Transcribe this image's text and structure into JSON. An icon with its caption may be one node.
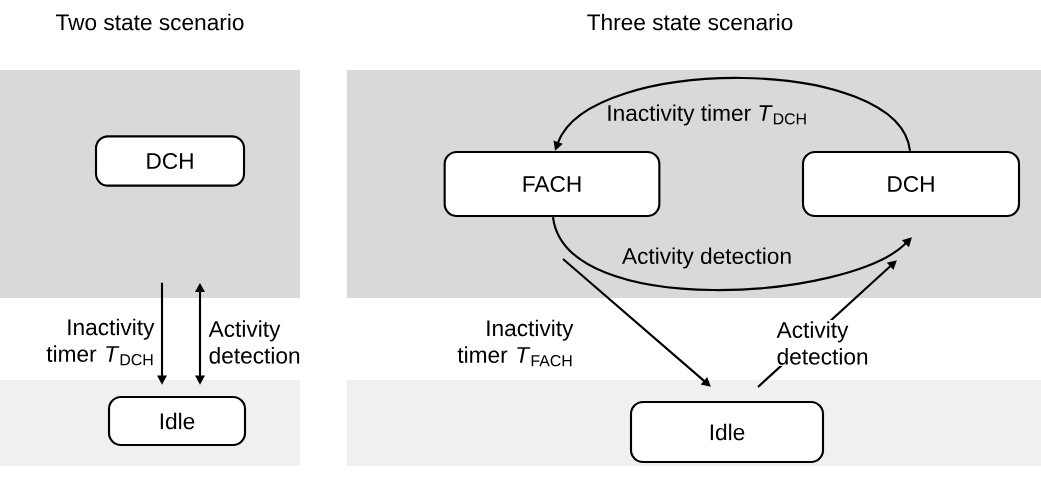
{
  "diagram": {
    "nodes": [
      {
        "text": [
          "DCH"
        ]
      },
      {
        "text": [
          "Idle"
        ]
      },
      {
        "text": [
          "FACH"
        ]
      },
      {
        "text": [
          "DCH"
        ]
      },
      {
        "text": [
          "Idle"
        ]
      }
    ],
    "edges": [
      {
        "from": 0,
        "to": 1,
        "arrow": "to",
        "label": "Inactivity timer *T*$_{DCH}$"
      },
      {
        "from": 0,
        "to": 1,
        "arrow": "both",
        "label": "Activity detection"
      },
      {
        "from": 3,
        "to": 2,
        "arrow": "to",
        "label": "Inactivity timer *T*$_{DCH}$"
      },
      {
        "from": 2,
        "to": 3,
        "arrow": "to",
        "label": "Activity detection"
      },
      {
        "from": 2,
        "to": 4,
        "arrow": "to",
        "label": "Inactivity timer *T*$_{FACH}$"
      },
      {
        "from": 4,
        "to": 3,
        "arrow": "to",
        "label": "Activity detection"
      }
    ],
    "labels": [
      "Two state scenario",
      "Three state scenario"
    ]
  }
}
